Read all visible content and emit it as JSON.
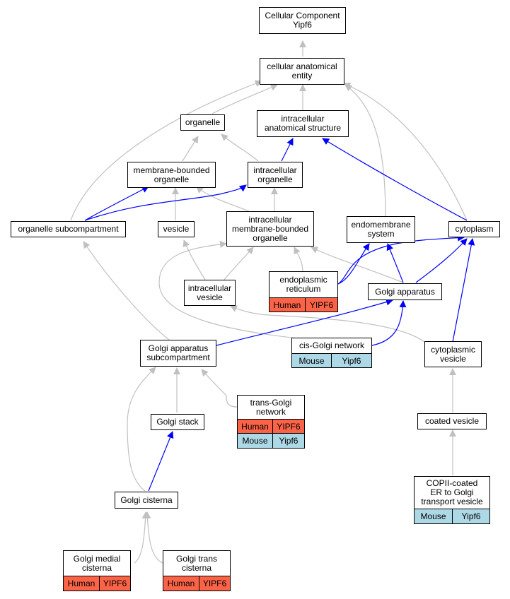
{
  "colors": {
    "human": "#fa6347",
    "mouse": "#add8e6",
    "is_a_edge": "#c0c0c0",
    "part_of_edge": "#0000ff"
  },
  "nodes": {
    "root": "Cellular Component\nYipf6",
    "cae": "cellular anatomical\nentity",
    "organelle": "organelle",
    "ias": "intracellular\nanatomical structure",
    "mbo": "membrane-bounded\norganelle",
    "io": "intracellular\norganelle",
    "osub": "organelle subcompartment",
    "vesicle": "vesicle",
    "imbo": "intracellular\nmembrane-bounded\norganelle",
    "endo": "endomembrane\nsystem",
    "cyto": "cytoplasm",
    "er": "endoplasmic\nreticulum",
    "ivesicle": "intracellular\nvesicle",
    "golgi": "Golgi apparatus",
    "gas": "Golgi apparatus\nsubcompartment",
    "cgn": "cis-Golgi network",
    "cvesicle": "cytoplasmic\nvesicle",
    "tgn": "trans-Golgi\nnetwork",
    "stack": "Golgi stack",
    "coated": "coated vesicle",
    "copii": "COPII-coated\nER to Golgi\ntransport vesicle",
    "cisterna": "Golgi cisterna",
    "medial": "Golgi medial\ncisterna",
    "trans": "Golgi trans\ncisterna"
  },
  "annotations": {
    "er_human": {
      "species": "Human",
      "gene": "YIPF6"
    },
    "cgn_mouse": {
      "species": "Mouse",
      "gene": "Yipf6"
    },
    "tgn_human": {
      "species": "Human",
      "gene": "YIPF6"
    },
    "tgn_mouse": {
      "species": "Mouse",
      "gene": "Yipf6"
    },
    "copii_mouse": {
      "species": "Mouse",
      "gene": "Yipf6"
    },
    "medial_human": {
      "species": "Human",
      "gene": "YIPF6"
    },
    "trans_human": {
      "species": "Human",
      "gene": "YIPF6"
    }
  }
}
